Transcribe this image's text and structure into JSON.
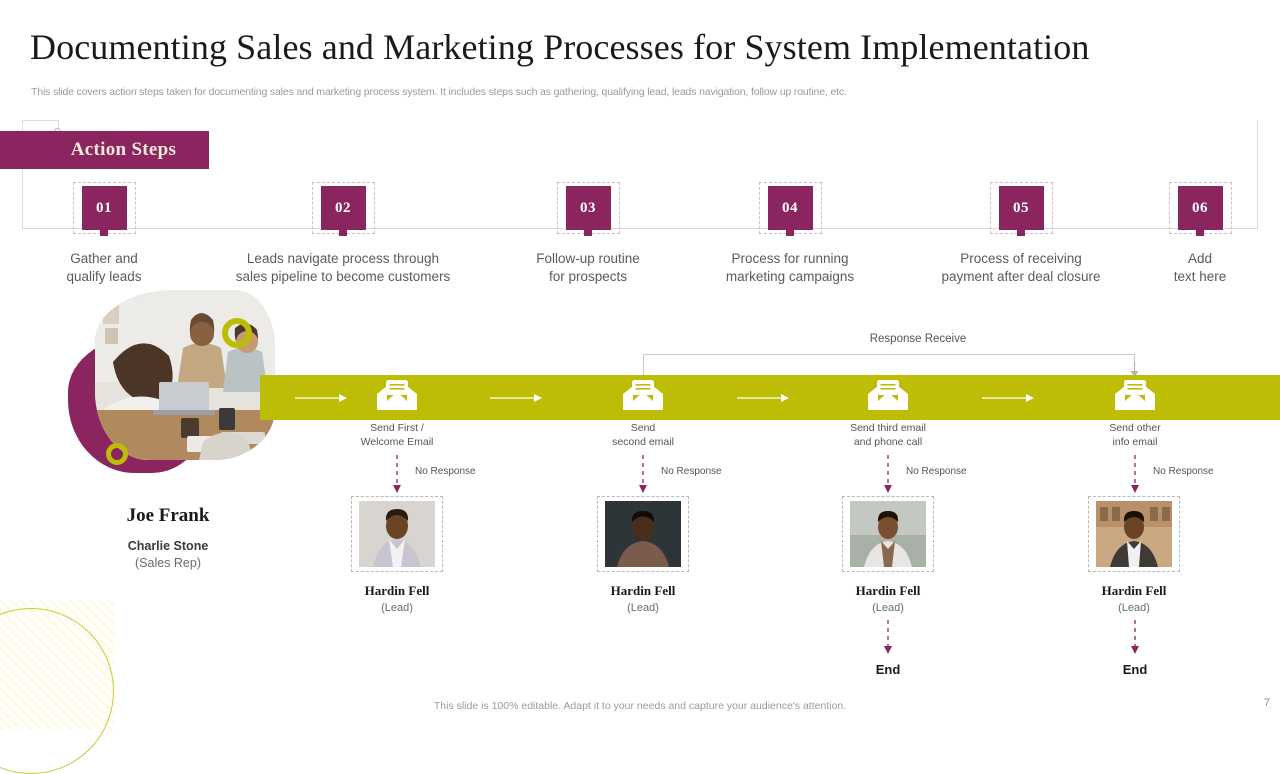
{
  "header": {
    "title": "Documenting Sales and Marketing Processes for System Implementation",
    "subtitle": "This slide covers action steps taken for documenting sales and marketing process system. It includes steps such as gathering, qualifying lead, leads navigation, follow up routine, etc."
  },
  "action_steps": {
    "banner_label": "Action Steps",
    "steps": [
      {
        "number": "01",
        "label": "Gather and\nqualify leads"
      },
      {
        "number": "02",
        "label": "Leads navigate process through\nsales pipeline to become customers"
      },
      {
        "number": "03",
        "label": "Follow-up routine\nfor prospects"
      },
      {
        "number": "04",
        "label": "Process for running\nmarketing campaigns"
      },
      {
        "number": "05",
        "label": "Process of receiving\npayment after deal closure"
      },
      {
        "number": "06",
        "label": "Add\ntext here"
      }
    ]
  },
  "sales_rep": {
    "name": "Joe Frank",
    "sub_name": "Charlie Stone",
    "role": "(Sales Rep)"
  },
  "flow": {
    "response_label": "Response Receive",
    "nodes": [
      {
        "icon": "envelope-icon",
        "label": "Send First /\nWelcome Email"
      },
      {
        "icon": "envelope-icon",
        "label": "Send\nsecond email"
      },
      {
        "icon": "envelope-icon",
        "label": "Send third email\nand phone call"
      },
      {
        "icon": "envelope-icon",
        "label": "Send other\ninfo email"
      }
    ],
    "no_response_label": "No Response",
    "end_label": "End"
  },
  "leads": [
    {
      "name": "Hardin Fell",
      "role": "(Lead)",
      "has_end": false
    },
    {
      "name": "Hardin Fell",
      "role": "(Lead)",
      "has_end": false
    },
    {
      "name": "Hardin Fell",
      "role": "(Lead)",
      "has_end": true
    },
    {
      "name": "Hardin Fell",
      "role": "(Lead)",
      "has_end": true
    }
  ],
  "footer": {
    "note": "This slide is 100% editable. Adapt it to your needs and capture your audience's attention.",
    "page_number": "7"
  },
  "colors": {
    "purple": "#8a2560",
    "olive": "#bdbd05",
    "cream": "#f6ead6",
    "text_gray": "#5b5b5b"
  }
}
